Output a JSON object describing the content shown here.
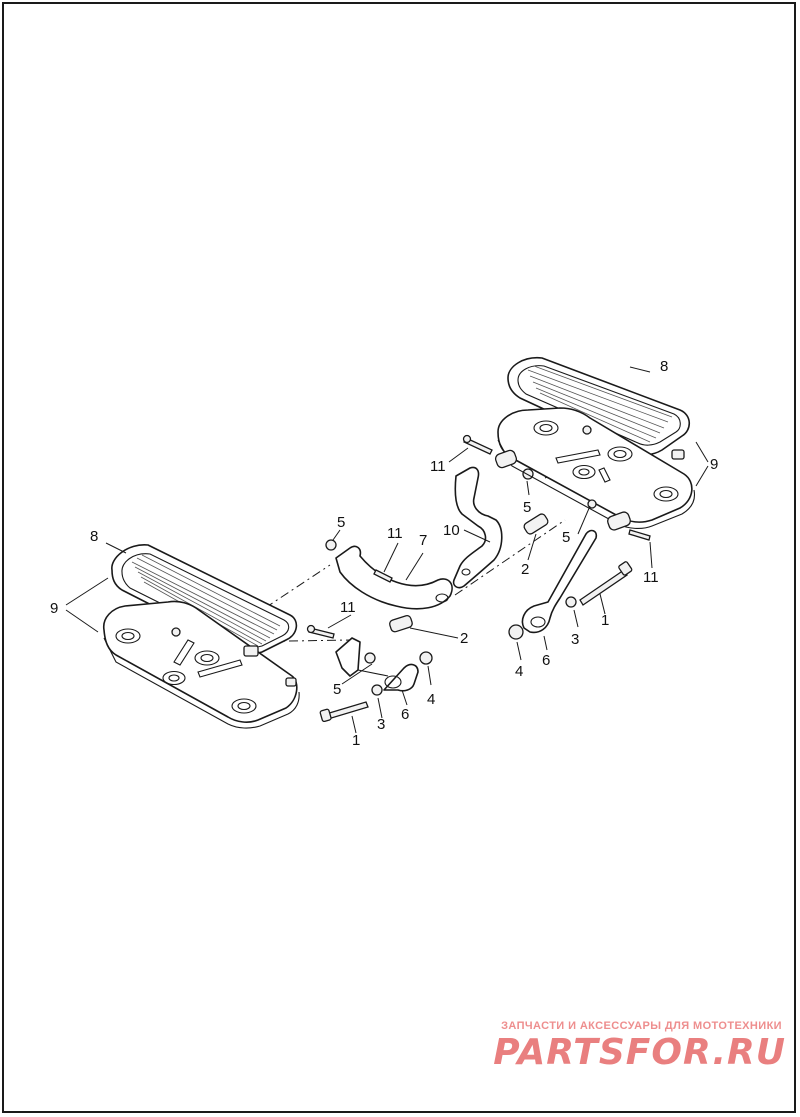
{
  "callouts": {
    "c1a": "1",
    "c1b": "1",
    "c2a": "2",
    "c2b": "2",
    "c3a": "3",
    "c3b": "3",
    "c4a": "4",
    "c4b": "4",
    "c5a": "5",
    "c5b": "5",
    "c5c": "5",
    "c5d": "5",
    "c6a": "6",
    "c6b": "6",
    "c7": "7",
    "c8a": "8",
    "c8b": "8",
    "c9a": "9",
    "c9b": "9",
    "c10": "10",
    "c11a": "11",
    "c11b": "11",
    "c11c": "11",
    "c11d": "11"
  },
  "watermark": {
    "tagline": "ЗАПЧАСТИ И АКСЕССУАРЫ ДЛЯ МОТОТЕХНИКИ",
    "logo": "PARTSFOR.RU"
  },
  "colors": {
    "line": "#1a1a1a",
    "watermark_text": "#ee8e8e",
    "watermark_logo": "#e97f7f"
  }
}
